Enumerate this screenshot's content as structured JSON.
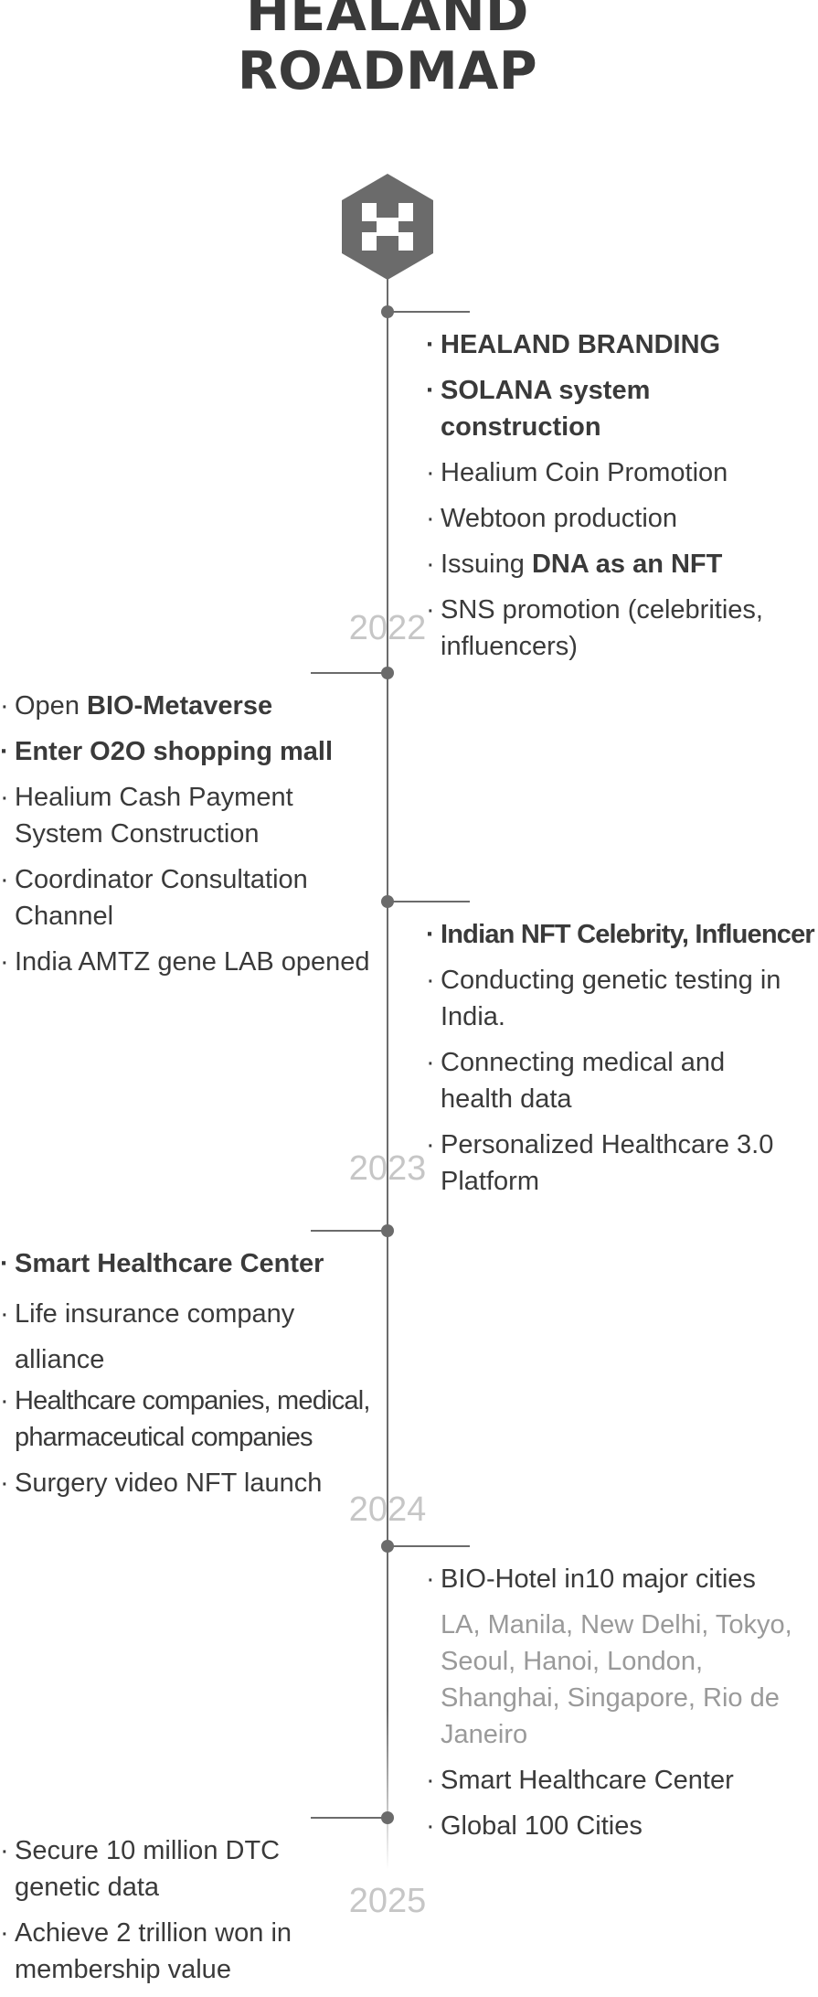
{
  "header": {
    "title_line1": "HEALAND",
    "title_line2": "ROADMAP"
  },
  "logo": {
    "icon": "hexagon-h-logo",
    "color": "#6b6b6b"
  },
  "timeline": {
    "line_color": "#6b6b6b",
    "year_color": "#c6c6c6",
    "years": [
      "2022",
      "2023",
      "2024",
      "2025"
    ],
    "blocks": [
      {
        "items": [
          {
            "text": "HEALAND BRANDING"
          },
          {
            "text": "SOLANA system construction"
          },
          {
            "text": "Healium Coin Promotion"
          },
          {
            "text": "Webtoon production"
          },
          {
            "prefix": "Issuing ",
            "bold": "DNA as an NFT"
          },
          {
            "text": "SNS promotion (celebrities, influencers)"
          }
        ]
      },
      {
        "items": [
          {
            "prefix": "Open ",
            "bold": "BIO-Metaverse"
          },
          {
            "text": "Enter O2O shopping mall"
          },
          {
            "text": "Healium Cash Payment System Construction"
          },
          {
            "text": "Coordinator Consultation Channel"
          },
          {
            "text": "India AMTZ gene LAB opened"
          }
        ]
      },
      {
        "items": [
          {
            "text": "Indian NFT Celebrity, Influencer"
          },
          {
            "text": "Conducting genetic testing in India."
          },
          {
            "text": "Connecting medical and health data"
          },
          {
            "text": "Personalized Healthcare 3.0 Platform"
          }
        ]
      },
      {
        "items": [
          {
            "text": "Smart Healthcare Center"
          },
          {
            "text": "Life insurance company alliance"
          },
          {
            "text": "Healthcare companies, medical, pharmaceutical companies"
          },
          {
            "text": "Surgery video NFT launch"
          }
        ]
      },
      {
        "items": [
          {
            "text": "BIO-Hotel in10 major cities"
          },
          {
            "text": "LA, Manila, New Delhi, Tokyo, Seoul, Hanoi, London, Shanghai, Singapore, Rio de Janeiro"
          },
          {
            "text": "Smart Healthcare Center"
          },
          {
            "text": "Global 100 Cities"
          }
        ]
      },
      {
        "items": [
          {
            "text": "Secure 10 million DTC genetic data"
          },
          {
            "text": "Achieve 2 trillion won in membership value"
          }
        ]
      }
    ]
  }
}
